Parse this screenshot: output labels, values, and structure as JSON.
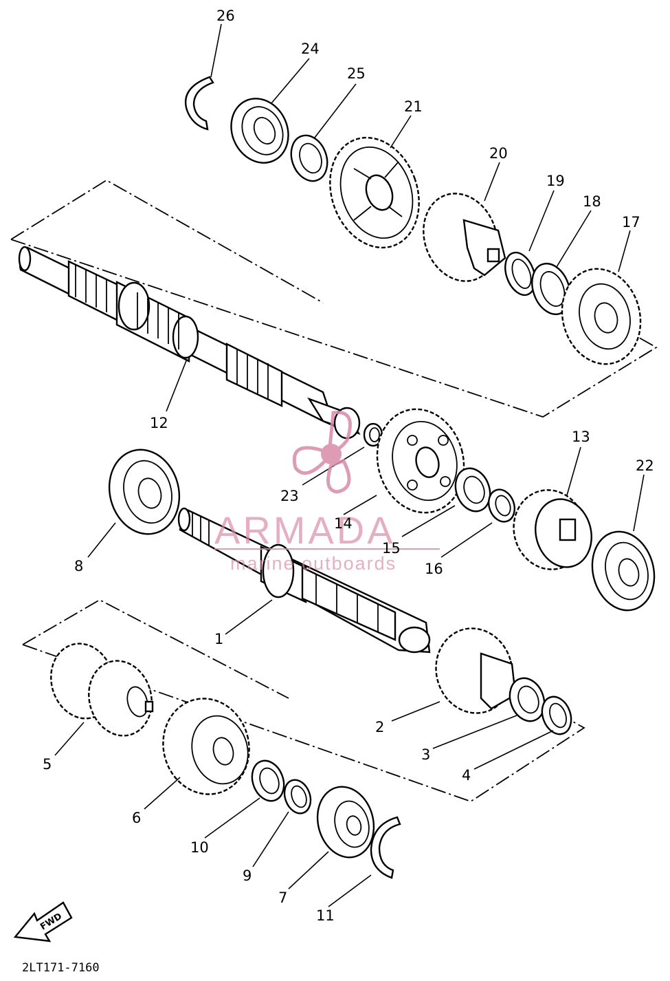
{
  "diagram_code": "2LT171-7160",
  "fwd_label": "FWD",
  "watermark": {
    "brand": "ARMADA",
    "tagline": "marine outboards",
    "color": "#d98aa8"
  },
  "callouts": [
    {
      "id": "1",
      "label": "1"
    },
    {
      "id": "2",
      "label": "2"
    },
    {
      "id": "3",
      "label": "3"
    },
    {
      "id": "4",
      "label": "4"
    },
    {
      "id": "5",
      "label": "5"
    },
    {
      "id": "6",
      "label": "6"
    },
    {
      "id": "7",
      "label": "7"
    },
    {
      "id": "8",
      "label": "8"
    },
    {
      "id": "9",
      "label": "9"
    },
    {
      "id": "10",
      "label": "10"
    },
    {
      "id": "11",
      "label": "11"
    },
    {
      "id": "12",
      "label": "12"
    },
    {
      "id": "13",
      "label": "13"
    },
    {
      "id": "14",
      "label": "14"
    },
    {
      "id": "15",
      "label": "15"
    },
    {
      "id": "16",
      "label": "16"
    },
    {
      "id": "17",
      "label": "17"
    },
    {
      "id": "18",
      "label": "18"
    },
    {
      "id": "19",
      "label": "19"
    },
    {
      "id": "20",
      "label": "20"
    },
    {
      "id": "21",
      "label": "21"
    },
    {
      "id": "22",
      "label": "22"
    },
    {
      "id": "23",
      "label": "23"
    },
    {
      "id": "24",
      "label": "24"
    },
    {
      "id": "25",
      "label": "25"
    },
    {
      "id": "26",
      "label": "26"
    }
  ]
}
